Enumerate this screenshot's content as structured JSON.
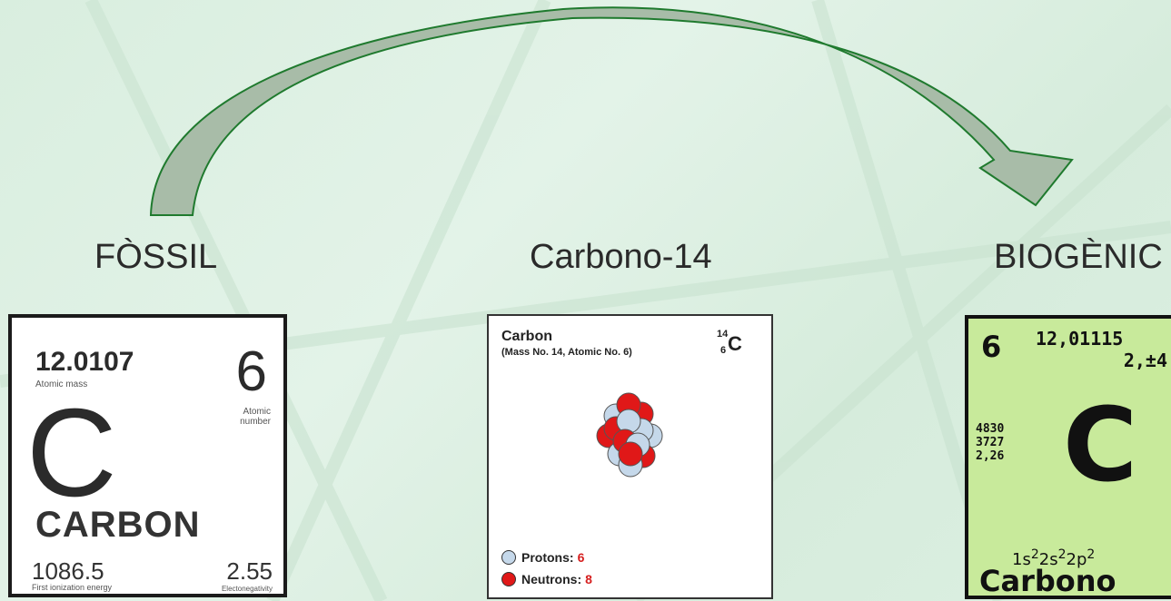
{
  "labels": {
    "fossil": "FÒSSIL",
    "carbon14": "Carbono-14",
    "biogenic": "BIOGÈNIC"
  },
  "fossil_card": {
    "atomic_mass": "12.0107",
    "atomic_mass_label": "Atomic mass",
    "atomic_number": "6",
    "atomic_number_label": "Atomic number",
    "symbol": "C",
    "name": "CARBON",
    "ionization_energy": "1086.5",
    "ionization_energy_label": "First ionization energy",
    "electronegativity": "2.55",
    "electronegativity_label": "Electonegativity"
  },
  "c14_card": {
    "title": "Carbon",
    "subtitle": "(Mass No. 14, Atomic No. 6)",
    "isotope_mass": "14",
    "isotope_number": "6",
    "isotope_symbol": "C",
    "protons_label": "Protons:",
    "protons_value": "6",
    "neutrons_label": "Neutrons:",
    "neutrons_value": "8"
  },
  "biogenic_card": {
    "atomic_number": "6",
    "atomic_mass": "12,01115",
    "oxidation": "2,±4",
    "prop1": "4830",
    "prop2": "3727",
    "prop3": "2,26",
    "symbol": "C",
    "config_1s": "1s",
    "config_1s_exp": "2",
    "config_2s": "2s",
    "config_2s_exp": "2",
    "config_2p": "2p",
    "config_2p_exp": "2",
    "name": "Carbono"
  },
  "colors": {
    "arrow_fill": "#a8bca8",
    "arrow_stroke": "#1f7a2e",
    "proton": "#c5d8ea",
    "neutron": "#e01818",
    "biogenic_bg": "#c8ea9b"
  }
}
